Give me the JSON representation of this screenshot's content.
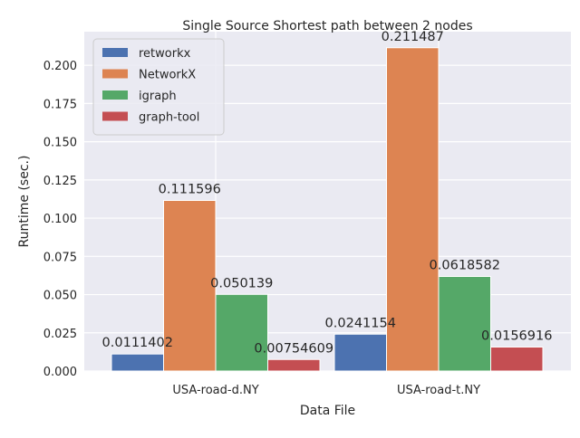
{
  "chart_data": {
    "type": "bar",
    "title": "Single Source Shortest path between 2 nodes",
    "xlabel": "Data File",
    "ylabel": "Runtime (sec.)",
    "categories": [
      "USA-road-d.NY",
      "USA-road-t.NY"
    ],
    "ylim": [
      0,
      0.222
    ],
    "yticks": [
      "0.000",
      "0.025",
      "0.050",
      "0.075",
      "0.100",
      "0.125",
      "0.150",
      "0.175",
      "0.200"
    ],
    "ytick_values": [
      0,
      0.025,
      0.05,
      0.075,
      0.1,
      0.125,
      0.15,
      0.175,
      0.2
    ],
    "grid": true,
    "legend_position": "top-left",
    "series": [
      {
        "name": "retworkx",
        "color": "#4c72b0",
        "values": [
          0.0111402,
          0.0241154
        ],
        "labels": [
          "0.0111402",
          "0.0241154"
        ]
      },
      {
        "name": "NetworkX",
        "color": "#dd8452",
        "values": [
          0.111596,
          0.211487
        ],
        "labels": [
          "0.111596",
          "0.211487"
        ]
      },
      {
        "name": "igraph",
        "color": "#55a868",
        "values": [
          0.050139,
          0.0618582
        ],
        "labels": [
          "0.050139",
          "0.0618582"
        ]
      },
      {
        "name": "graph-tool",
        "color": "#c44e52",
        "values": [
          0.00754609,
          0.0156916
        ],
        "labels": [
          "0.00754609",
          "0.0156916"
        ]
      }
    ]
  }
}
